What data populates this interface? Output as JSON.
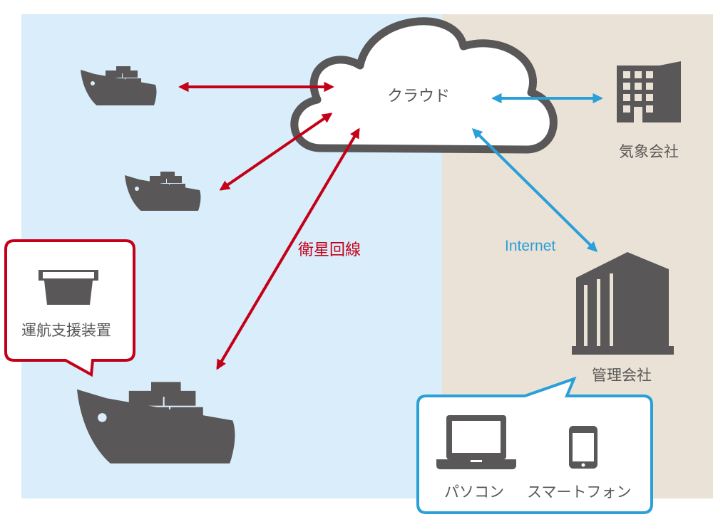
{
  "cloud": {
    "label": "クラウド"
  },
  "links": {
    "satellite": {
      "label": "衛星回線",
      "color": "#c40018"
    },
    "internet": {
      "label": "Internet",
      "color": "#2a9fd8"
    }
  },
  "nodes": {
    "weather_company": {
      "label": "気象会社",
      "icon": "office-building-icon"
    },
    "management_company": {
      "label": "管理会社",
      "icon": "company-building-icon"
    },
    "support_device": {
      "label": "運航支援装置",
      "icon": "device-icon"
    },
    "pc": {
      "label": "パソコン",
      "icon": "laptop-icon"
    },
    "smartphone": {
      "label": "スマートフォン",
      "icon": "smartphone-icon"
    }
  },
  "colors": {
    "sea": "#d9edfa",
    "land": "#eae2d6",
    "icon_gray": "#595757",
    "satellite_red": "#c40018",
    "internet_blue": "#2a9fd8"
  }
}
